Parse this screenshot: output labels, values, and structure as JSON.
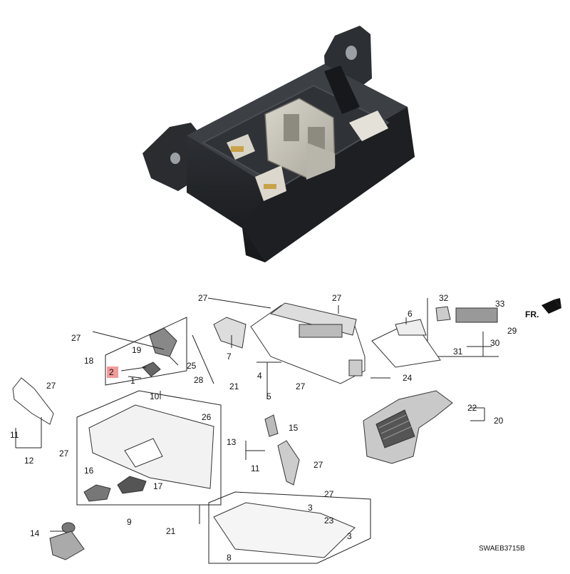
{
  "diagram": {
    "direction_label": "FR.",
    "code": "SWAEB3715B",
    "highlight_color": "#f29a9a",
    "callouts": {
      "c27a": "27",
      "c27b": "27",
      "c27c": "27",
      "c27d": "27",
      "c27e": "27",
      "c27f": "27",
      "c27g": "27",
      "c27h": "27",
      "c18": "18",
      "c19": "19",
      "c2": "2",
      "c1": "1",
      "c25": "25",
      "c28": "28",
      "c21a": "21",
      "c21b": "21",
      "c7": "7",
      "c4": "4",
      "c5": "5",
      "c6": "6",
      "c24": "24",
      "c32": "32",
      "c33": "33",
      "c29": "29",
      "c30": "30",
      "c31": "31",
      "c10": "10",
      "c26": "26",
      "c16": "16",
      "c17": "17",
      "c9": "9",
      "c11a": "11",
      "c11b": "11",
      "c12": "12",
      "c13": "13",
      "c15": "15",
      "c22": "22",
      "c20": "20",
      "c14": "14",
      "c8": "8",
      "c3a": "3",
      "c3b": "3",
      "c23": "23"
    }
  }
}
